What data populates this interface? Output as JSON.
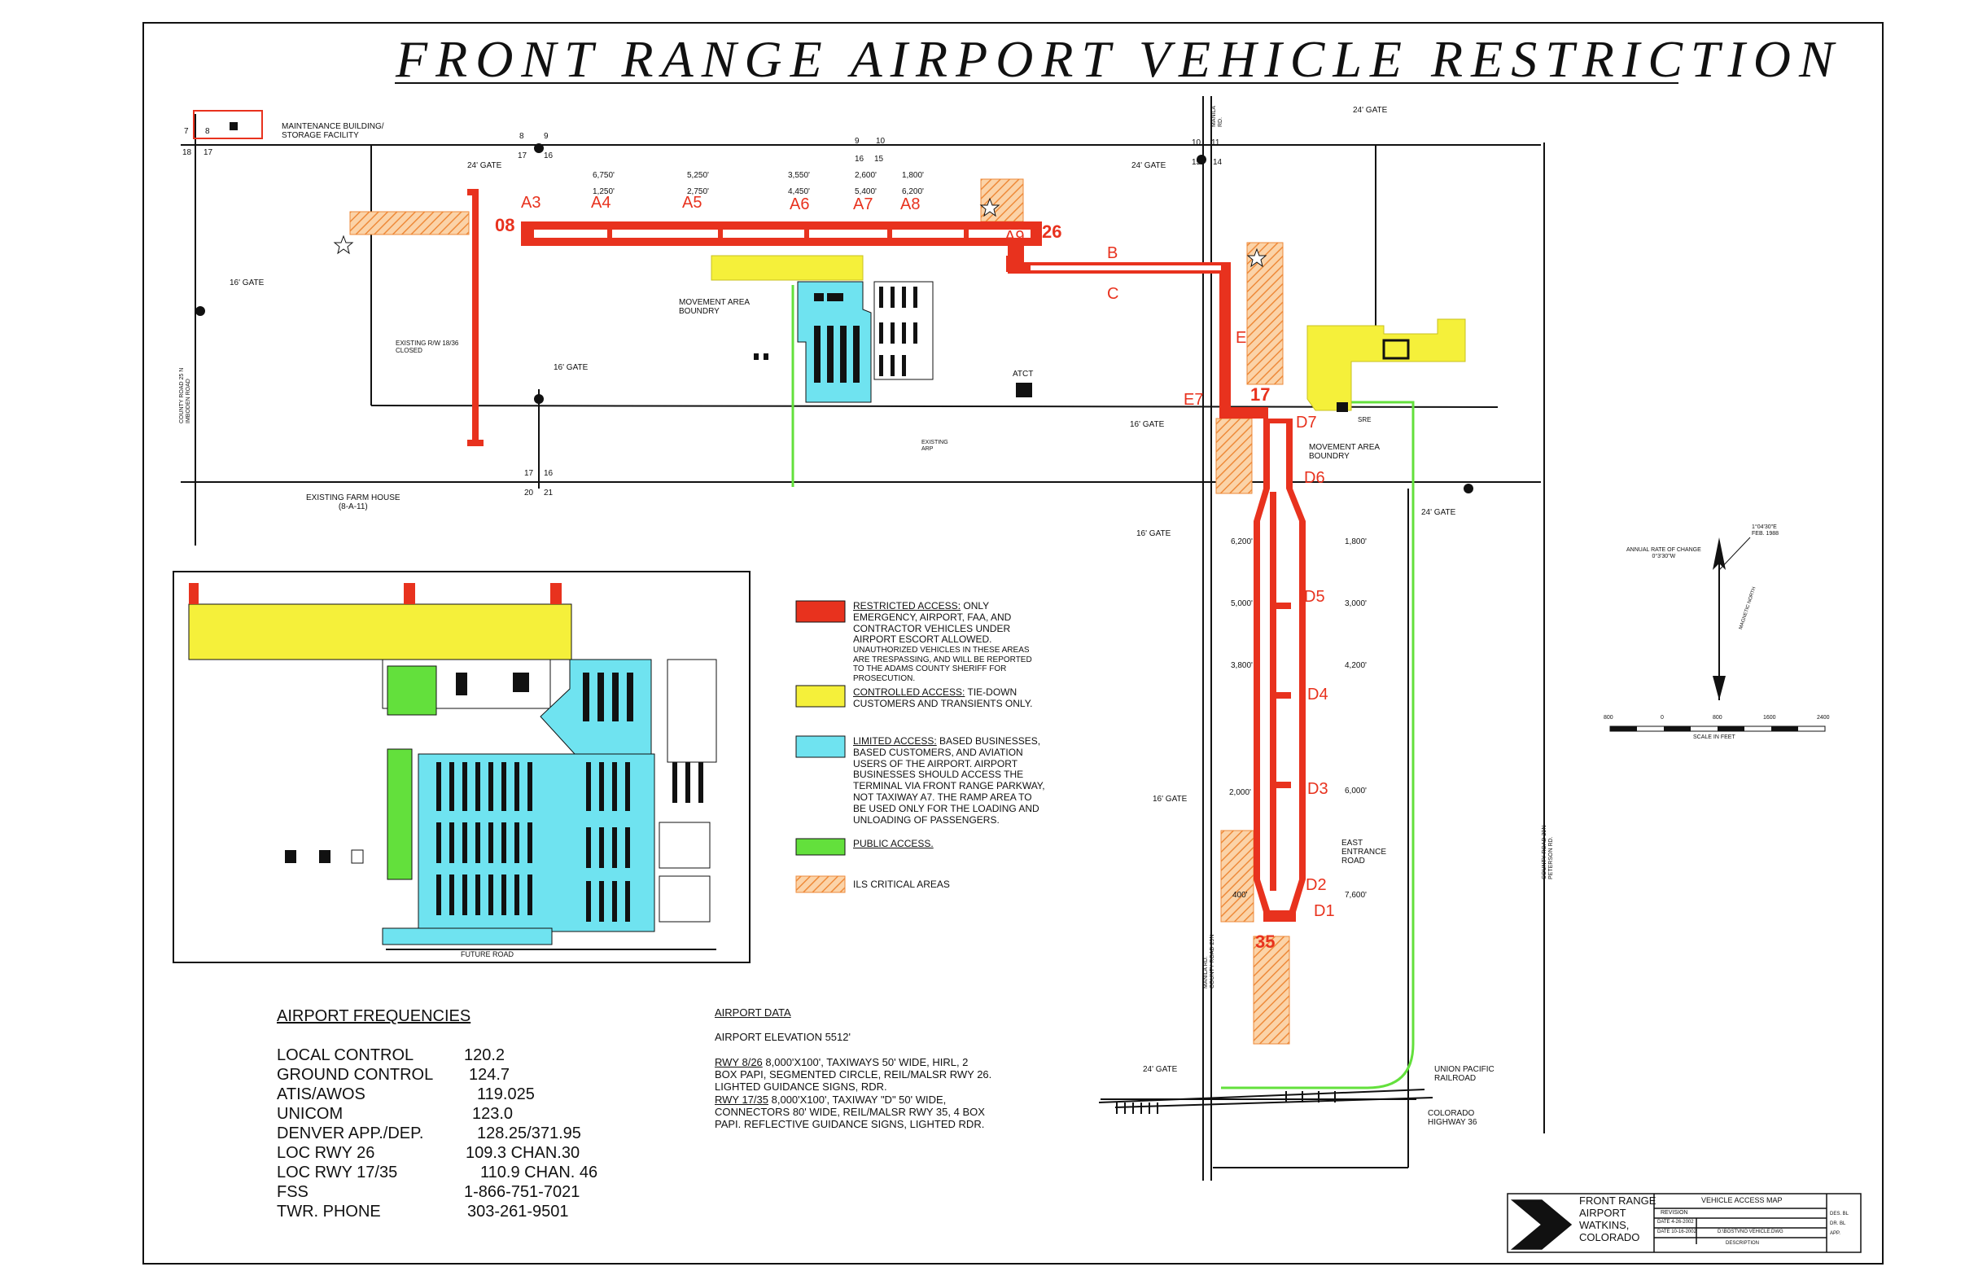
{
  "title": "FRONT RANGE AIRPORT VEHICLE RESTRICTION",
  "colors": {
    "restricted": "#e8321e",
    "controlled": "#f5f03a",
    "limited": "#6fe3f0",
    "public": "#63e03c",
    "ils_critical": "#f3a05f"
  },
  "runways": {
    "rw08": "08",
    "rw26": "26",
    "rw17": "17",
    "rw35": "35"
  },
  "taxiways": {
    "A3": "A3",
    "A4": "A4",
    "A5": "A5",
    "A6": "A6",
    "A7": "A7",
    "A8": "A8",
    "A9": "A9",
    "B": "B",
    "C": "C",
    "E": "E",
    "E7": "E7",
    "D1": "D1",
    "D2": "D2",
    "D3": "D3",
    "D4": "D4",
    "D5": "D5",
    "D6": "D6",
    "D7": "D7"
  },
  "distances_rw826": [
    {
      "top": "6,750'",
      "bottom": "1,250'"
    },
    {
      "top": "5,250'",
      "bottom": "2,750'"
    },
    {
      "top": "3,550'",
      "bottom": "4,450'"
    },
    {
      "top": "2,600'",
      "bottom": "5,400'"
    },
    {
      "top": "1,800'",
      "bottom": "6,200'"
    }
  ],
  "distances_rw1735_left": [
    "6,200'",
    "5,000'",
    "3,800'",
    "2,000'",
    "400'"
  ],
  "distances_rw1735_right": [
    "1,800'",
    "3,000'",
    "4,200'",
    "6,000'",
    "7,600'"
  ],
  "labels": {
    "maintenance": "MAINTENANCE BUILDING/\nSTORAGE FACILITY",
    "gate24": "24' GATE",
    "gate16": "16' GATE",
    "movement_boundary": "MOVEMENT AREA\nBOUNDRY",
    "rw_closed": "EXISTING R/W 18/36\nCLOSED",
    "atct": "ATCT",
    "existing_arp": "EXISTING\nARP",
    "farm_house": "EXISTING FARM HOUSE\n(8-A-11)",
    "county_rd_left": "COUNTY ROAD 25 N\nIMBODEN ROAD",
    "manila_rd_top": "MANILA\nRD.",
    "manila_rd_bottom": "MANILA RD.\nCOUNTY ROAD 29N",
    "county_rd_right": "COUNTY ROAD 29N\nPETERSON RD.",
    "sre": "SRE",
    "east_entrance": "EAST\nENTRANCE\nROAD",
    "union_pacific": "UNION PACIFIC\nRAILROAD",
    "colorado_hwy": "COLORADO\nHIGHWAY 36",
    "future_road": "FUTURE ROAD",
    "annual_rate": "ANNUAL RATE OF CHANGE\n0°3'30\"W",
    "declination": "1°04'30\"E\nFEB. 1988",
    "magnetic_north": "MAGNETIC NORTH",
    "scale_in_feet": "SCALE IN FEET",
    "scale_ticks": [
      "800",
      "0",
      "800",
      "1600",
      "2400"
    ]
  },
  "section_numbers": {
    "nw": [
      "7",
      "8",
      "18",
      "17"
    ],
    "n1": [
      "8",
      "9",
      "17",
      "16"
    ],
    "n2": [
      "9",
      "10",
      "16",
      "15"
    ],
    "ne": [
      "10",
      "11",
      "15",
      "14"
    ],
    "s1": [
      "17",
      "16",
      "20",
      "21"
    ]
  },
  "legend": [
    {
      "key": "restricted",
      "head": "RESTRICTED ACCESS:",
      "text": " ONLY EMERGENCY, AIRPORT, FAA, AND CONTRACTOR VEHICLES UNDER AIRPORT ESCORT ALLOWED.",
      "small": "UNAUTHORIZED VEHICLES IN THESE AREAS ARE TRESPASSING, AND WILL BE REPORTED TO THE ADAMS COUNTY SHERIFF FOR PROSECUTION."
    },
    {
      "key": "controlled",
      "head": "CONTROLLED ACCESS:",
      "text": " TIE-DOWN CUSTOMERS AND TRANSIENTS ONLY.",
      "small": ""
    },
    {
      "key": "limited",
      "head": "LIMITED ACCESS:",
      "text": " BASED BUSINESSES, BASED CUSTOMERS, AND AVIATION USERS OF THE AIRPORT. AIRPORT BUSINESSES SHOULD ACCESS THE TERMINAL VIA FRONT RANGE PARKWAY, NOT TAXIWAY A7. THE RAMP AREA TO BE USED ONLY FOR THE LOADING AND UNLOADING OF PASSENGERS.",
      "small": ""
    },
    {
      "key": "public",
      "head": "PUBLIC ACCESS.",
      "text": "",
      "small": ""
    },
    {
      "key": "ils_critical",
      "head": "",
      "text": "ILS CRITICAL AREAS",
      "small": ""
    }
  ],
  "frequencies": {
    "heading": "AIRPORT FREQUENCIES",
    "rows": [
      {
        "name": "LOCAL CONTROL",
        "value": "120.2"
      },
      {
        "name": "GROUND CONTROL",
        "value": "124.7"
      },
      {
        "name": "ATIS/AWOS",
        "value": "119.025"
      },
      {
        "name": "UNICOM",
        "value": "123.0"
      },
      {
        "name": "DENVER APP./DEP.",
        "value": "128.25/371.95"
      },
      {
        "name": "LOC RWY 26",
        "value": "109.3 CHAN.30"
      },
      {
        "name": "LOC RWY 17/35",
        "value": "110.9 CHAN. 46"
      },
      {
        "name": "FSS",
        "value": "1-866-751-7021"
      },
      {
        "name": "TWR. PHONE",
        "value": "303-261-9501"
      }
    ]
  },
  "airport_data": {
    "heading": "AIRPORT DATA",
    "elevation": "AIRPORT ELEVATION    5512'",
    "rwy826_head": "RWY 8/26",
    "rwy826_text": "  8,000'X100', TAXIWAYS 50' WIDE, HIRL, 2\nBOX PAPI, SEGMENTED CIRCLE, REIL/MALSR RWY 26.\nLIGHTED GUIDANCE SIGNS, RDR.",
    "rwy1735_head": "RWY 17/35",
    "rwy1735_text": "  8,000'X100', TAXIWAY \"D\" 50' WIDE,\nCONNECTORS 80' WIDE, REIL/MALSR RWY 35, 4 BOX\nPAPI. REFLECTIVE GUIDANCE SIGNS, LIGHTED RDR."
  },
  "title_block": {
    "name": "FRONT RANGE\nAIRPORT\nWATKINS,\nCOLORADO",
    "sheet_title": "VEHICLE ACCESS MAP",
    "revision": "REVISION",
    "date1": "DATE 4-26-2002",
    "date2": "DATE 10-16-2002",
    "file": "D:\\BOSTVNO VEHICLE.DWG",
    "description": "DESCRIPTION",
    "des": "DES. BL",
    "dr": "DR. BL",
    "app": "APP."
  }
}
